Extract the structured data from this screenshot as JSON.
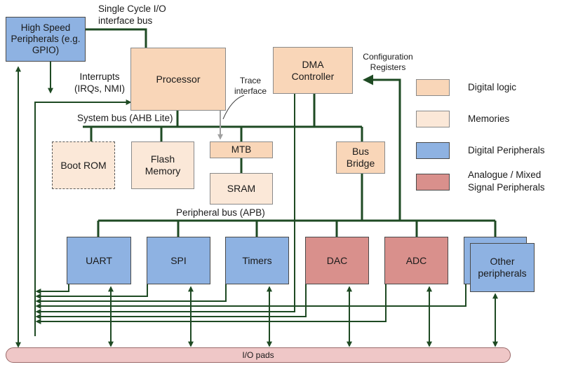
{
  "blocks": {
    "hsp": "High Speed Peripherals (e.g. GPIO)",
    "processor": "Processor",
    "dma": "DMA Controller",
    "boot_rom": "Boot ROM",
    "flash": "Flash Memory",
    "mtb": "MTB",
    "sram": "SRAM",
    "bus_bridge": "Bus Bridge",
    "uart": "UART",
    "spi": "SPI",
    "timers": "Timers",
    "dac": "DAC",
    "adc": "ADC",
    "other": "Other peripherals",
    "io_pads": "I/O pads"
  },
  "labels": {
    "single_cycle": "Single Cycle I/O interface bus",
    "interrupts": "Interrupts (IRQs, NMI)",
    "trace": "Trace interface",
    "config": "Configuration Registers",
    "system_bus": "System bus (AHB Lite)",
    "peripheral_bus": "Peripheral bus (APB)"
  },
  "legend": [
    {
      "label": "Digital logic",
      "color": "#f9d6b8"
    },
    {
      "label": "Memories",
      "color": "#fbe8d8"
    },
    {
      "label": "Digital Peripherals",
      "color": "#8eb2e2"
    },
    {
      "label": "Analogue / Mixed Signal Peripherals",
      "color": "#d9908c"
    }
  ]
}
